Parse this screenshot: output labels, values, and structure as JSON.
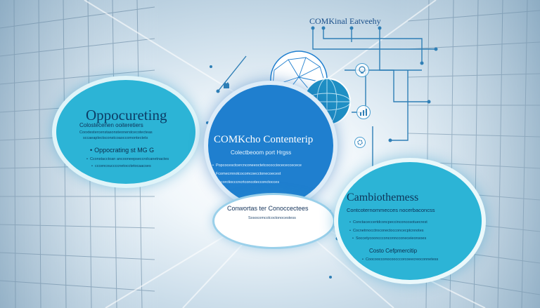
{
  "brand": {
    "title": "COMKinal Eatveehy"
  },
  "left_bubble": {
    "title": "Oppocureting",
    "subtitle": "Colostecenen ooiteretiers",
    "lines": [
      "Cooxtestercenstasonsteonerstcecotecteas",
      "sccaeaplectsconstcoaoccomontectets"
    ],
    "heading2": "Oppocrating st MG G",
    "lines2": [
      "Cconstacctoan ancooneepseccrolcanetnactes",
      "cccencouccccnetocctetocaacses"
    ]
  },
  "center_bubble": {
    "title": "COMKcho Contenterip",
    "subtitle": "Colectbeoom port Hrgss",
    "lines": [
      "Popcocesctcercnconeeoctetcococciocececcecece",
      "Fcomecrnnotcocomcoecctonecoecest",
      "Cocorctiocccncrtconcotecconctocces"
    ]
  },
  "bottom_bubble": {
    "title": "Conwortas ter Conoccectees",
    "subtitle": "Sosocomcolcoctonocestess"
  },
  "right_bubble": {
    "title": "Cambiothemess",
    "subtitle": "Contcoternommecces nocerbaconcss",
    "lines": [
      "Conctaceccertdconcpeccinconcosotuecrest",
      "Cocnetrnocctroconectocconcecptcnnotes",
      "Soccetycoonccconconncconeceieonsoes"
    ],
    "heading2": "Costo Cefpmercitip",
    "lines2": [
      "Coocoocconocoocccorcoeecreoconnetess"
    ]
  },
  "icons": [
    "network-globe-icon",
    "lightbulb-icon",
    "gear-icon",
    "chart-icon",
    "hand-icon"
  ],
  "colors": {
    "accent_cyan": "#2cb4d6",
    "accent_blue": "#1f7fcf",
    "text_dark": "#0e3458"
  }
}
